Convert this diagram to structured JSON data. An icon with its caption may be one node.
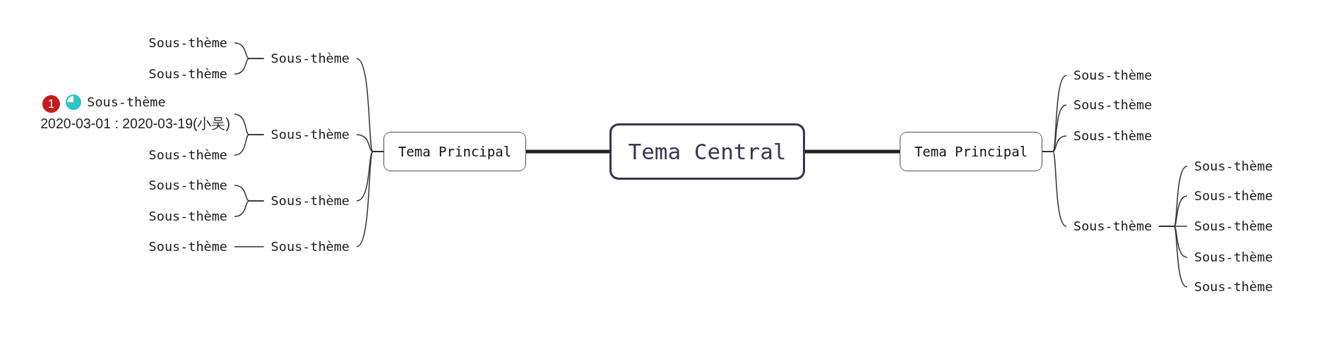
{
  "diagram": {
    "nodes": [
      {
        "text": [
          "Tema Central"
        ]
      },
      {
        "text": [
          "Tema Principal"
        ]
      },
      {
        "text": [
          "Sous-thème"
        ]
      },
      {
        "text": [
          "Sous-thème"
        ]
      },
      {
        "text": [
          "Sous-thème"
        ]
      },
      {
        "text": [
          "Sous-thème"
        ]
      },
      {
        "text": [
          "Sous-thème"
        ]
      },
      {
        "text": [
          "Sous-thème"
        ]
      },
      {
        "text": [
          "Sous-thème",
          "2020-03-01 : 2020-03-19(小吴)"
        ]
      },
      {
        "text": [
          "Sous-thème"
        ]
      },
      {
        "text": [
          "Sous-thème"
        ]
      },
      {
        "text": [
          "Sous-thème"
        ]
      },
      {
        "text": [
          "Sous-thème"
        ]
      },
      {
        "text": [
          "Tema Principal"
        ]
      },
      {
        "text": [
          "Sous-thème"
        ]
      },
      {
        "text": [
          "Sous-thème"
        ]
      },
      {
        "text": [
          "Sous-thème"
        ]
      },
      {
        "text": [
          "Sous-thème"
        ]
      },
      {
        "text": [
          "Sous-thème"
        ]
      },
      {
        "text": [
          "Sous-thème"
        ]
      },
      {
        "text": [
          "Sous-thème"
        ]
      },
      {
        "text": [
          "Sous-thème"
        ]
      },
      {
        "text": [
          "Sous-thème"
        ]
      }
    ],
    "edges": [
      {
        "from": 0,
        "to": 1,
        "arrow": "none",
        "style": "thick"
      },
      {
        "from": 0,
        "to": 13,
        "arrow": "none",
        "style": "thick"
      },
      {
        "from": 1,
        "to": 2,
        "arrow": "none"
      },
      {
        "from": 1,
        "to": 3,
        "arrow": "none"
      },
      {
        "from": 1,
        "to": 4,
        "arrow": "none"
      },
      {
        "from": 1,
        "to": 5,
        "arrow": "none"
      },
      {
        "from": 2,
        "to": 6,
        "arrow": "none"
      },
      {
        "from": 2,
        "to": 7,
        "arrow": "none"
      },
      {
        "from": 3,
        "to": 8,
        "arrow": "none"
      },
      {
        "from": 3,
        "to": 9,
        "arrow": "none"
      },
      {
        "from": 4,
        "to": 10,
        "arrow": "none"
      },
      {
        "from": 4,
        "to": 11,
        "arrow": "none"
      },
      {
        "from": 5,
        "to": 12,
        "arrow": "none"
      },
      {
        "from": 13,
        "to": 14,
        "arrow": "none"
      },
      {
        "from": 13,
        "to": 15,
        "arrow": "none"
      },
      {
        "from": 13,
        "to": 16,
        "arrow": "none"
      },
      {
        "from": 13,
        "to": 17,
        "arrow": "none"
      },
      {
        "from": 17,
        "to": 18,
        "arrow": "none"
      },
      {
        "from": 17,
        "to": 19,
        "arrow": "none"
      },
      {
        "from": 17,
        "to": 20,
        "arrow": "none"
      },
      {
        "from": 17,
        "to": 21,
        "arrow": "none"
      },
      {
        "from": 17,
        "to": 22,
        "arrow": "none"
      }
    ],
    "labels": [
      "1"
    ]
  }
}
